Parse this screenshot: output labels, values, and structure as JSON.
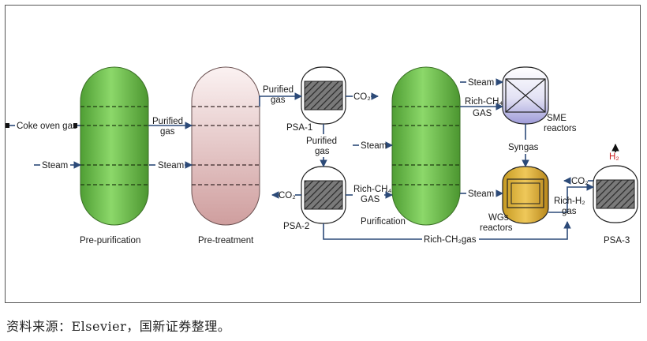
{
  "diagram": {
    "labels": {
      "coke_oven_gas": "Coke oven gas",
      "steam": "Steam",
      "purified_gas": [
        "Purified",
        "gas"
      ],
      "co2": "CO₂",
      "rich_ch4_gas": [
        "Rich-CH₄",
        "GAS"
      ],
      "syngas": "Syngas",
      "sme_reactors": [
        "SME",
        "reactors"
      ],
      "wgs_reactors": [
        "WGs",
        "reactors"
      ],
      "rich_h2_gas": [
        "Rich-H₂",
        "gas"
      ],
      "h2": "H₂",
      "rich_ch2_gas": "Rich-CH₂gas"
    },
    "units": {
      "pre_purification": "Pre-purification",
      "pre_treatment": "Pre-treatment",
      "purification": "Purification",
      "psa1": "PSA-1",
      "psa2": "PSA-2",
      "psa3": "PSA-3"
    },
    "colors": {
      "green_column": "#6cc04a",
      "pink_column": "#e4c2c2",
      "sme_reactor": "#b7b5e6",
      "wgs_reactor": "#e2b437",
      "h2_text": "#cc2020",
      "line": "#2c4a78"
    }
  },
  "source_note": "资料来源：Elsevier，国新证券整理。"
}
